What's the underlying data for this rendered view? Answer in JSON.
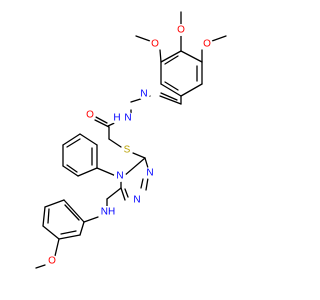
{
  "molecule": {
    "atoms": [
      {
        "id": "o1",
        "text": "O",
        "color": "#ff0000"
      },
      {
        "id": "o2",
        "text": "O",
        "color": "#ff0000"
      },
      {
        "id": "o3",
        "text": "O",
        "color": "#ff0000"
      },
      {
        "id": "n_imine",
        "text": "N",
        "color": "#0000ff"
      },
      {
        "id": "o_carbonyl",
        "text": "O",
        "color": "#ff0000"
      },
      {
        "id": "n_hydrazide",
        "text": "N",
        "color": "#0000ff"
      },
      {
        "id": "h_hydrazide",
        "text": "H",
        "color": "#0000ff"
      },
      {
        "id": "s",
        "text": "S",
        "color": "#b8a000"
      },
      {
        "id": "n_trz_top",
        "text": "N",
        "color": "#0000ff"
      },
      {
        "id": "n_trz_bot",
        "text": "N",
        "color": "#0000ff"
      },
      {
        "id": "n_trz4",
        "text": "N",
        "color": "#0000ff"
      },
      {
        "id": "nh_amine",
        "text": "NH",
        "color": "#0000ff"
      },
      {
        "id": "o_anisole",
        "text": "O",
        "color": "#ff0000"
      }
    ]
  }
}
